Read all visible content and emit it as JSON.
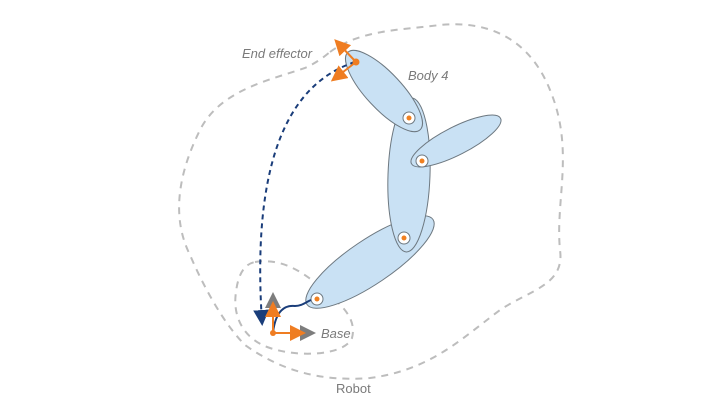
{
  "labels": {
    "end_effector": "End effector",
    "body4": "Body 4",
    "base": "Base",
    "robot": "Robot"
  },
  "colors": {
    "body_fill": "#c9e1f4",
    "body_stroke": "#6d7880",
    "joint": "#f08020",
    "frame_orange": "#ef7d22",
    "frame_grey": "#7d7d7d",
    "path_blue": "#1a3d7a",
    "boundary": "#bdbdbd"
  }
}
